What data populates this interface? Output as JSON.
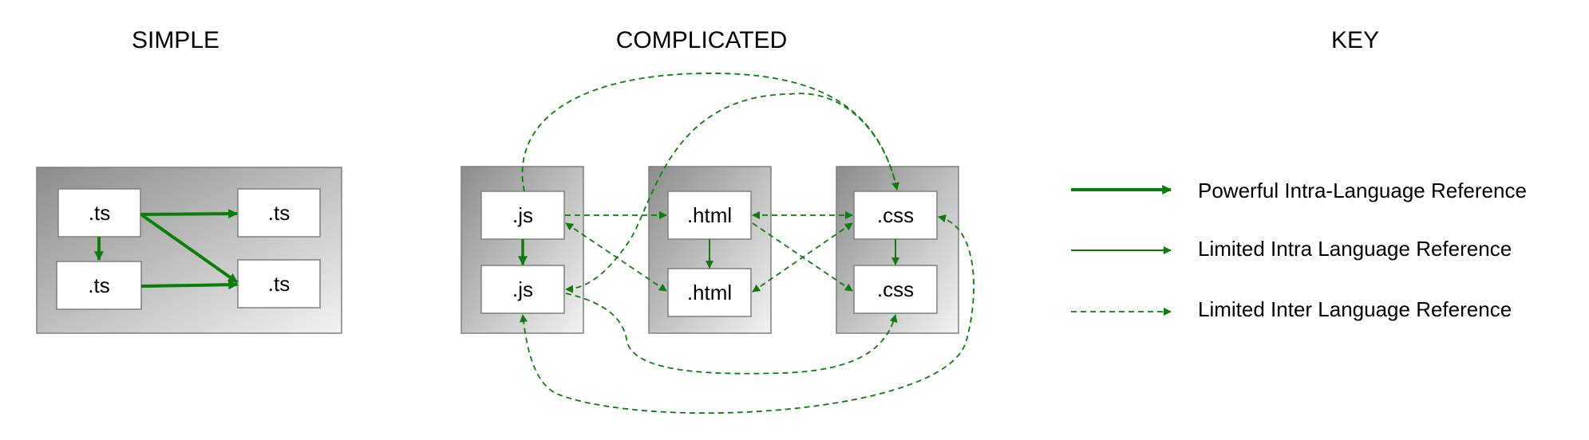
{
  "headings": {
    "simple": "SIMPLE",
    "complicated": "COMPLICATED",
    "key": "KEY"
  },
  "simple": {
    "boxes": [
      ".ts",
      ".ts",
      ".ts",
      ".ts"
    ]
  },
  "complicated": {
    "js_group": [
      ".js",
      ".js"
    ],
    "html_group": [
      ".html",
      ".html"
    ],
    "css_group": [
      ".css",
      ".css"
    ]
  },
  "key": {
    "items": [
      {
        "label": "Powerful Intra-Language Reference",
        "style": "thick-solid"
      },
      {
        "label": "Limited Intra Language Reference",
        "style": "thin-solid"
      },
      {
        "label": "Limited Inter Language Reference",
        "style": "dashed"
      }
    ]
  },
  "colors": {
    "arrow": "#0a7d0a",
    "panel_dark": "#8c8c8c",
    "panel_light": "#f2f2f2",
    "box_border": "#7f7f7f"
  }
}
